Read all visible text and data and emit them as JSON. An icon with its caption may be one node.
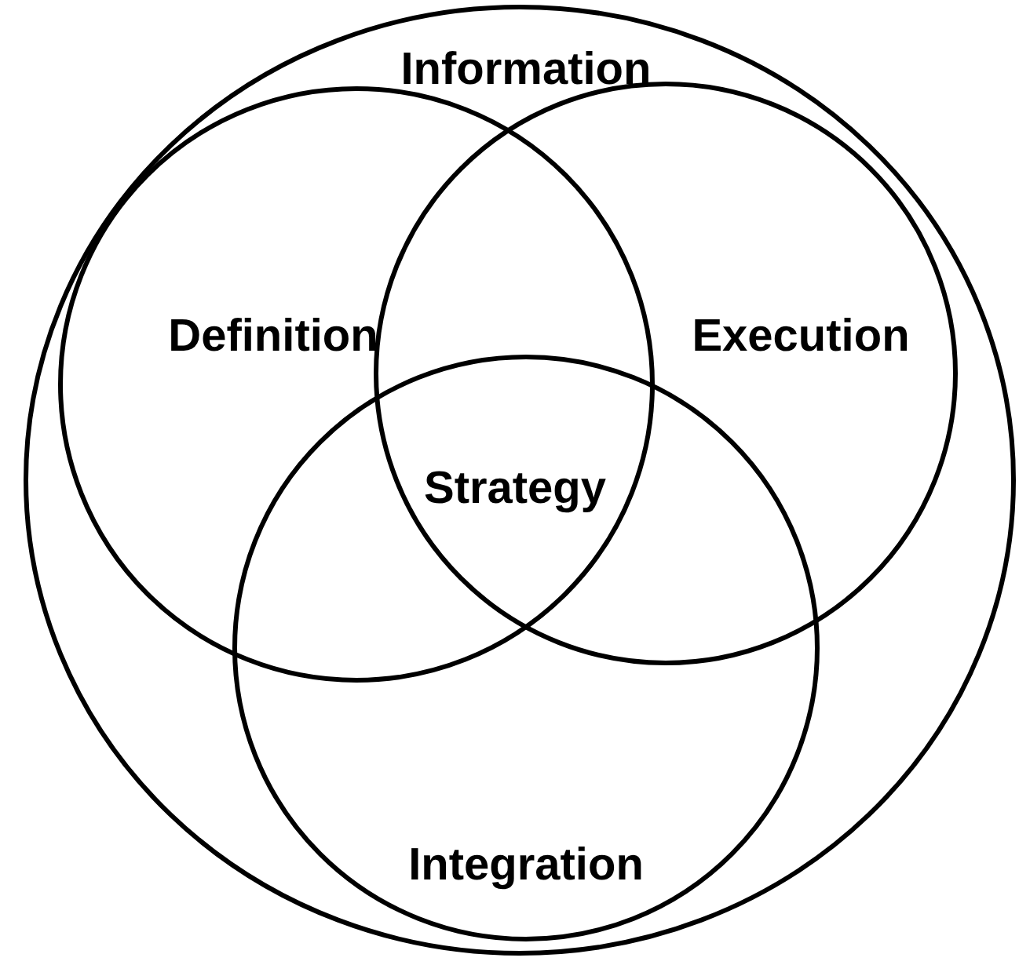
{
  "diagram": {
    "nodes": [
      {
        "text": [
          "Information"
        ]
      },
      {
        "text": [
          "Definition"
        ],
        "in": 0
      },
      {
        "text": [
          "Execution"
        ],
        "in": 0
      },
      {
        "text": [
          "Integration"
        ],
        "in": 0
      }
    ],
    "edges": [],
    "labels": [
      "Strategy"
    ]
  }
}
